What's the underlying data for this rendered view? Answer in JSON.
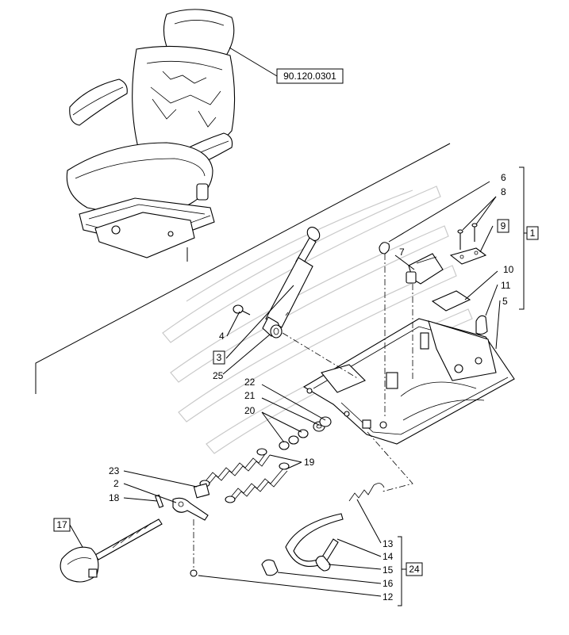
{
  "reference": "90.120.0301",
  "callouts": {
    "c1": "1",
    "c2": "2",
    "c3": "3",
    "c4": "4",
    "c5": "5",
    "c6": "6",
    "c7": "7",
    "c8": "8",
    "c9": "9",
    "c10": "10",
    "c11": "11",
    "c12": "12",
    "c13": "13",
    "c14": "14",
    "c15": "15",
    "c16": "16",
    "c17": "17",
    "c18": "18",
    "c19": "19",
    "c20": "20",
    "c21": "21",
    "c22": "22",
    "c23": "23",
    "c24": "24",
    "c25": "25"
  }
}
